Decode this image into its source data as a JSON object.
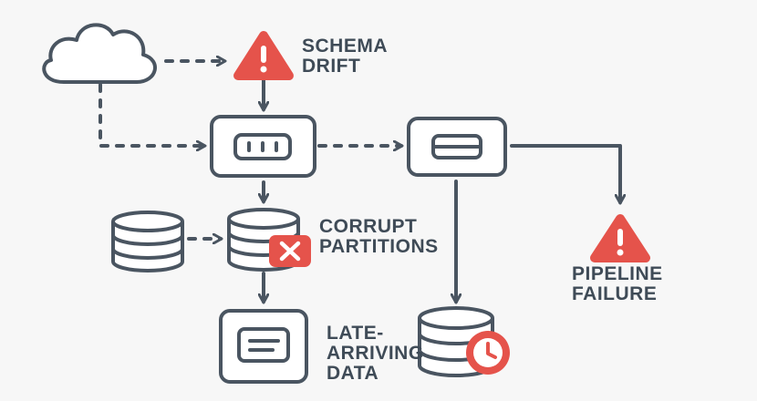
{
  "colors": {
    "stroke": "#4a5561",
    "fill": "#ffffff",
    "background": "#f7f7f7",
    "alert": "#e5534b",
    "text": "#3f4b57"
  },
  "labels": {
    "schema_drift": [
      "SCHEMA",
      "DRIFT"
    ],
    "corrupt_partitions": [
      "CORRUPT",
      "PARTITIONS"
    ],
    "late_arriving_data": [
      "LATE-",
      "ARRIVING",
      "DATA"
    ],
    "pipeline_failure": [
      "PIPELINE",
      "FAILURE"
    ]
  },
  "icons": {
    "source": "cloud-icon",
    "warning": "warning-triangle-icon",
    "error": "error-x-icon",
    "delay": "clock-icon",
    "storage": "database-icon",
    "process": "processing-node-icon",
    "document": "document-icon"
  }
}
